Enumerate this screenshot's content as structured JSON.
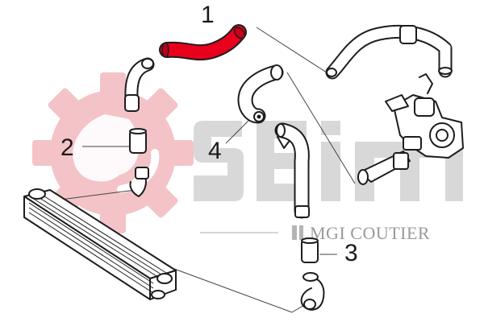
{
  "callouts": [
    {
      "number": "1"
    },
    {
      "number": "2"
    },
    {
      "number": "3"
    },
    {
      "number": "4"
    }
  ],
  "watermark": {
    "logo_text": "SEIM",
    "brand_text": "MGI COUTIER"
  },
  "colors": {
    "highlight_part": "#e8001c",
    "watermark_pink": "#f3c3c8",
    "watermark_gray": "#d8d8d8"
  }
}
